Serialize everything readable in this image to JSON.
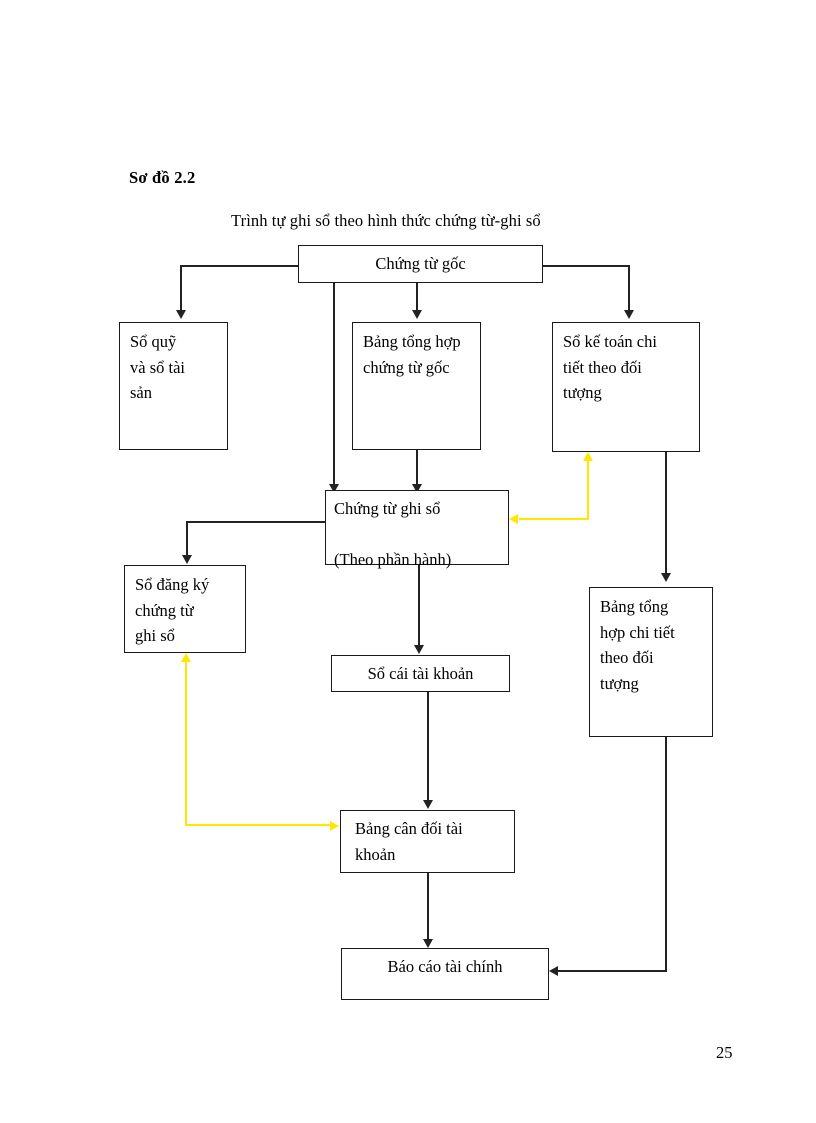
{
  "document": {
    "figure_label": "Sơ đồ 2.2",
    "figure_title": "Trình tự ghi sổ theo hình thức chứng từ-ghi sổ",
    "page_number": "25"
  },
  "diagram": {
    "type": "flowchart",
    "nodes": [
      {
        "id": "chung-tu-goc",
        "label": "Chứng từ gốc"
      },
      {
        "id": "so-quy-va-so-tai-san",
        "label": "Sổ quỹ\nvà sổ tài\nsản"
      },
      {
        "id": "bang-tong-hop-ctg",
        "label": "Bảng tổng hợp\nchứng từ gốc"
      },
      {
        "id": "so-ke-toan-chi-tiet",
        "label": "Sổ kế toán chi\ntiết theo đối\ntượng"
      },
      {
        "id": "chung-tu-ghi-so",
        "label": "Chứng từ ghi  sổ\n\n(Theo phần hành)"
      },
      {
        "id": "so-dang-ky-ctgs",
        "label": "Sổ đăng ký\nchứng từ\nghi sổ"
      },
      {
        "id": "so-cai-tai-khoan",
        "label": "Sổ cái tài  khoản"
      },
      {
        "id": "bang-tong-hop-chi-tiet",
        "label": "Bảng tổng\nhợp chi tiết\ntheo đối\ntượng"
      },
      {
        "id": "bang-can-doi-tai-khoan",
        "label": "Bảng cân đối tài\nkhoản"
      },
      {
        "id": "bao-cao-tai-chinh",
        "label": "Báo cáo tài chính"
      }
    ],
    "edges": [
      {
        "from": "chung-tu-goc",
        "to": "so-quy-va-so-tai-san",
        "style": "solid"
      },
      {
        "from": "chung-tu-goc",
        "to": "bang-tong-hop-ctg",
        "style": "solid"
      },
      {
        "from": "chung-tu-goc",
        "to": "so-ke-toan-chi-tiet",
        "style": "solid"
      },
      {
        "from": "chung-tu-goc",
        "to": "chung-tu-ghi-so",
        "style": "solid"
      },
      {
        "from": "bang-tong-hop-ctg",
        "to": "chung-tu-ghi-so",
        "style": "solid"
      },
      {
        "from": "chung-tu-ghi-so",
        "to": "so-dang-ky-ctgs",
        "style": "solid"
      },
      {
        "from": "chung-tu-ghi-so",
        "to": "so-cai-tai-khoan",
        "style": "solid"
      },
      {
        "from": "chung-tu-ghi-so",
        "to": "so-ke-toan-chi-tiet",
        "style": "dashed-yellow"
      },
      {
        "from": "so-ke-toan-chi-tiet",
        "to": "bang-tong-hop-chi-tiet",
        "style": "solid"
      },
      {
        "from": "so-cai-tai-khoan",
        "to": "bang-can-doi-tai-khoan",
        "style": "solid"
      },
      {
        "from": "so-dang-ky-ctgs",
        "to": "bang-can-doi-tai-khoan",
        "style": "dashed-yellow"
      },
      {
        "from": "bang-can-doi-tai-khoan",
        "to": "bao-cao-tai-chinh",
        "style": "solid"
      },
      {
        "from": "bang-tong-hop-chi-tiet",
        "to": "bao-cao-tai-chinh",
        "style": "solid"
      }
    ],
    "colors": {
      "line": "#222222",
      "highlight": "#ffe800",
      "box_border": "#1a1a1a",
      "background": "#ffffff"
    }
  }
}
